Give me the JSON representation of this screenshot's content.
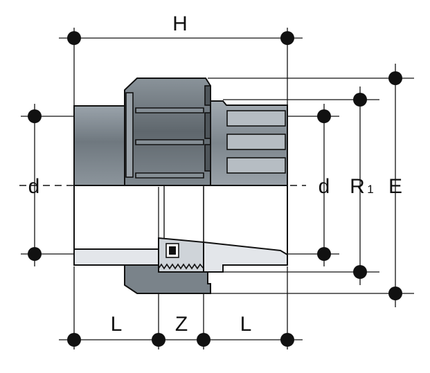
{
  "labels": {
    "overall_length": "H",
    "pipe_diameter_left": "d",
    "pipe_diameter_right": "d",
    "thread_size": "R",
    "thread_size_sub": "1",
    "nut_outer_diameter": "E",
    "socket_depth_left": "L",
    "gap": "Z",
    "socket_depth_right": "L"
  },
  "colors": {
    "ink": "#111111",
    "body_fill": "#e3e6ea",
    "body_dark": "#7b848c",
    "body_mid": "#aab2b9",
    "nut_fill": "#6f777e",
    "background": "#ffffff"
  }
}
